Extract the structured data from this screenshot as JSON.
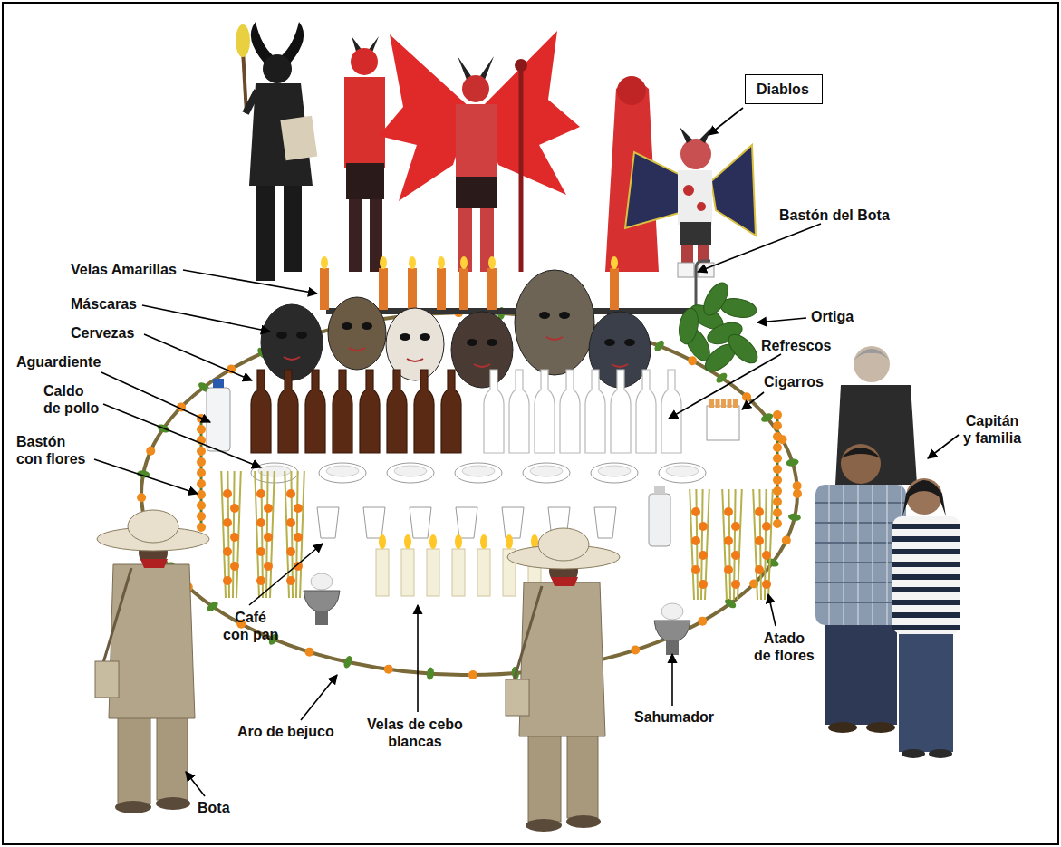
{
  "diagram": {
    "nodes": [
      {
        "text": [
          "Diablos"
        ]
      }
    ],
    "labels": [
      "Velas Amarillas",
      "Bastón del Bota",
      "Máscaras",
      "Ortiga",
      "Cervezas",
      "Refrescos",
      "Aguardiente",
      "Cigarros",
      "Caldo de pollo",
      "Capitán y familia",
      "Bastón con flores",
      "Atado de flores",
      "Café con pan",
      "Sahumador",
      "Velas de cebo blancas",
      "Aro de bejuco",
      "Bota"
    ]
  }
}
